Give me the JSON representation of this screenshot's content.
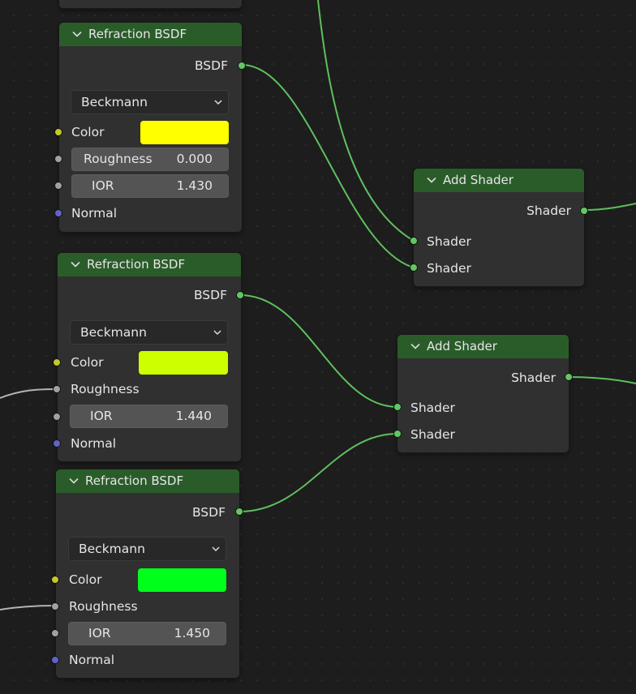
{
  "colors": {
    "background": "#1d1d1d",
    "node_body": "#303030",
    "node_header": "#2a5c2a",
    "wire_shader": "#5fbf5f",
    "wire_float": "#b3b3b3",
    "socket_shader": "#63c763",
    "socket_color": "#c7c729",
    "socket_float": "#a1a1a1",
    "socket_vector": "#6363c7"
  },
  "refraction_nodes": [
    {
      "title": "Refraction BSDF",
      "output_label": "BSDF",
      "distribution": "Beckmann",
      "color_label": "Color",
      "color_value": "#ffff00",
      "roughness_label": "Roughness",
      "roughness_value": "0.000",
      "ior_label": "IOR",
      "ior_value": "1.430",
      "normal_label": "Normal"
    },
    {
      "title": "Refraction BSDF",
      "output_label": "BSDF",
      "distribution": "Beckmann",
      "color_label": "Color",
      "color_value": "#ccff00",
      "roughness_label": "Roughness",
      "ior_label": "IOR",
      "ior_value": "1.440",
      "normal_label": "Normal"
    },
    {
      "title": "Refraction BSDF",
      "output_label": "BSDF",
      "distribution": "Beckmann",
      "color_label": "Color",
      "color_value": "#00ff1a",
      "roughness_label": "Roughness",
      "ior_label": "IOR",
      "ior_value": "1.450",
      "normal_label": "Normal"
    }
  ],
  "add_nodes": [
    {
      "title": "Add Shader",
      "output_label": "Shader",
      "input1_label": "Shader",
      "input2_label": "Shader"
    },
    {
      "title": "Add Shader",
      "output_label": "Shader",
      "input1_label": "Shader",
      "input2_label": "Shader"
    }
  ]
}
